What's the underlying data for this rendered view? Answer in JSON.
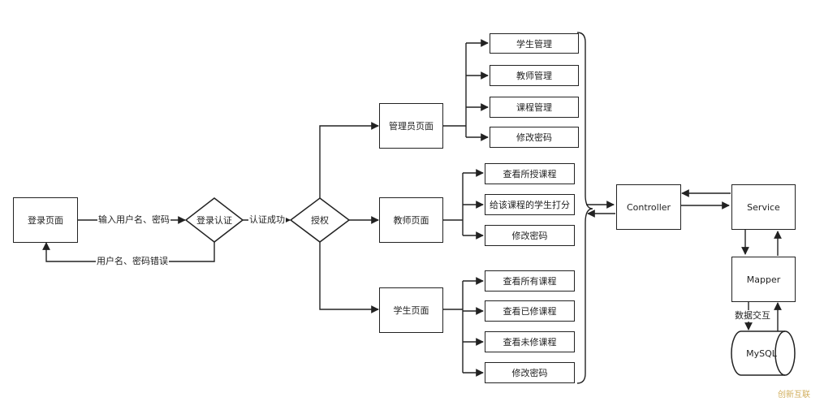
{
  "nodes": {
    "login_page": "登录页面",
    "login_auth": "登录认证",
    "authorize": "授权",
    "admin_page": "管理员页面",
    "teacher_page": "教师页面",
    "student_page": "学生页面",
    "controller": "Controller",
    "service": "Service",
    "mapper": "Mapper",
    "mysql": "MySQL"
  },
  "admin_items": [
    "学生管理",
    "教师管理",
    "课程管理",
    "修改密码"
  ],
  "teacher_items": [
    "查看所授课程",
    "给该课程的学生打分",
    "修改密码"
  ],
  "student_items": [
    "查看所有课程",
    "查看已修课程",
    "查看未修课程",
    "修改密码"
  ],
  "edge_labels": {
    "input_credentials": "输入用户名、密码",
    "credentials_error": "用户名、密码错误",
    "auth_success": "认证成功",
    "data_exchange": "数据交互"
  },
  "watermark": "创新互联"
}
